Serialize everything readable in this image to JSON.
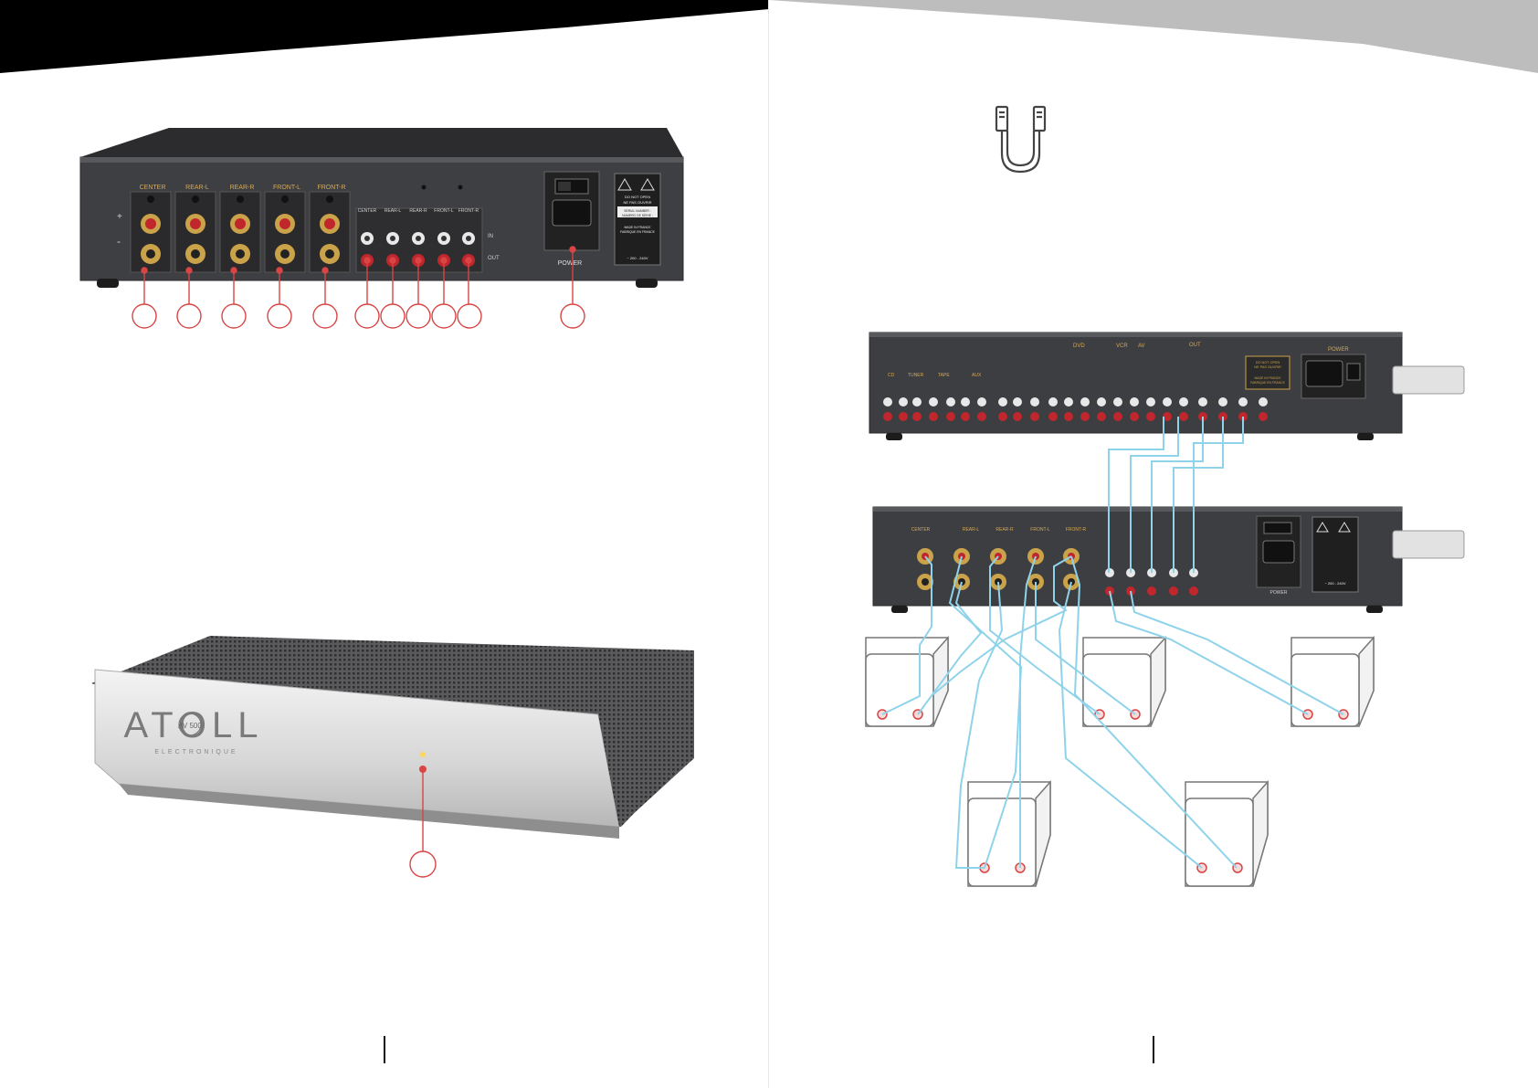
{
  "rear_panel": {
    "channel_labels": [
      "CENTER",
      "REAR-L",
      "REAR-R",
      "FRONT-L",
      "FRONT-R"
    ],
    "rca_labels": [
      "CENTER",
      "REAR-L",
      "REAR-R",
      "FRONT-L",
      "FRONT-R"
    ],
    "polarity_plus": "+",
    "polarity_minus": "-",
    "in_label": "IN",
    "out_label": "OUT",
    "power_label": "POWER",
    "warning_lines": [
      "DO NOT OPEN",
      "NE PAS OUVRIR",
      "SERIAL NUMBER :",
      "NUMERO DE SERIE :",
      "MADE IN FRANCE",
      "FABRIQUE EN FRANCE",
      "~ 200 - 240V"
    ]
  },
  "front_panel": {
    "logo_text": "ATOLL",
    "logo_model": "AV 500",
    "logo_sub": "ELECTRONIQUE"
  },
  "wiring": {
    "processor_sections": [
      "CD",
      "TUNER",
      "TAPE",
      "AUX",
      "DVD",
      "VCR",
      "AV",
      "OUT"
    ],
    "processor_power": "POWER",
    "processor_warning": [
      "DO NOT OPEN",
      "NE PAS OUVRIR",
      "MADE IN FRANCE",
      "FABRIQUE EN FRANCE"
    ],
    "amp_channels": [
      "CENTER",
      "REAR-L",
      "REAR-R",
      "FRONT-L",
      "FRONT-R"
    ],
    "amp_power": "POWER",
    "amp_voltage": "~ 200 - 240V"
  },
  "colors": {
    "accent_red": "#d94545",
    "cable_blue": "#8fd3ea",
    "chassis": "#3c3d40",
    "banner_black": "#000000",
    "banner_grey": "#bdbdbd"
  }
}
